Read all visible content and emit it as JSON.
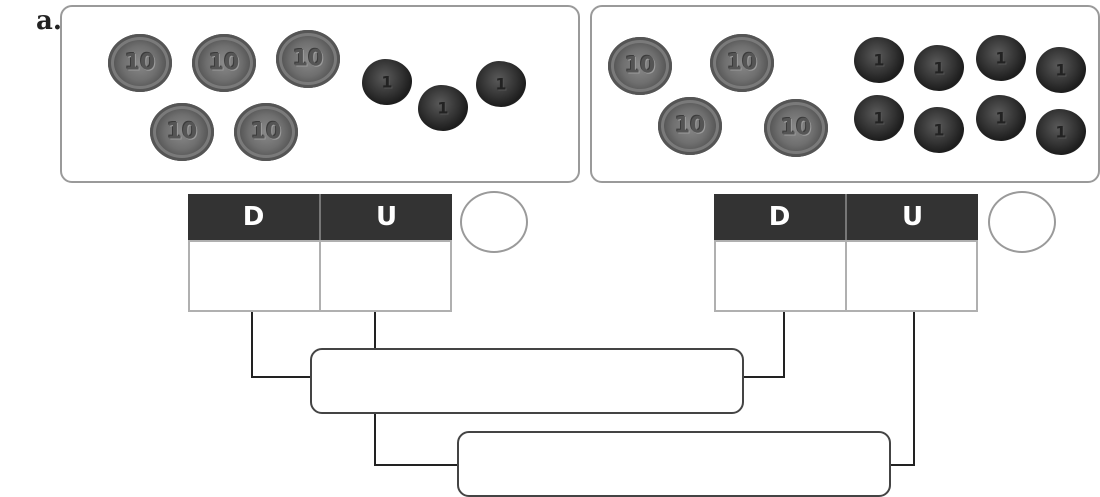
{
  "exercise_label": "a.",
  "panels": [
    {
      "ten_coins": [
        "10",
        "10",
        "10",
        "10",
        "10"
      ],
      "one_coins": [
        "1",
        "1",
        "1"
      ]
    },
    {
      "ten_coins": [
        "10",
        "10",
        "10",
        "10"
      ],
      "one_coins": [
        "1",
        "1",
        "1",
        "1",
        "1",
        "1",
        "1",
        "1"
      ]
    }
  ],
  "tables": [
    {
      "tens_header": "D",
      "units_header": "U",
      "tens_value": "",
      "units_value": ""
    },
    {
      "tens_header": "D",
      "units_header": "U",
      "tens_value": "",
      "units_value": ""
    }
  ],
  "comparison_circle": [
    "",
    ""
  ],
  "answer_boxes": [
    "",
    ""
  ],
  "colors": {
    "header_bg": "#333333",
    "header_text": "#ffffff",
    "panel_border": "#9a9a9a"
  }
}
